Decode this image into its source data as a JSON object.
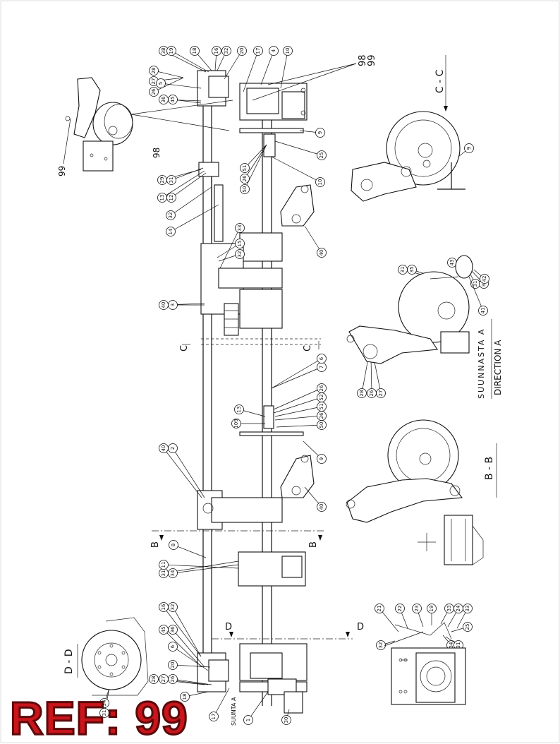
{
  "ref_label": "REF: 99",
  "callouts": {
    "top_row": [
      "28",
      "27",
      "26",
      "38",
      "19",
      "18",
      "16",
      "32",
      "20",
      "17",
      "4",
      "10"
    ],
    "main_98_99": [
      "98",
      "99"
    ],
    "left_top": [
      "5",
      "36",
      "45"
    ],
    "upper_mid": [
      "29",
      "31",
      "13",
      "12",
      "32",
      "14"
    ],
    "shaft_upper": [
      "9",
      "51",
      "26",
      "50",
      "25",
      "10"
    ],
    "mid_left": [
      "15",
      "32",
      "33",
      "40",
      "3"
    ],
    "mid_right": [
      "40"
    ],
    "shaft_mid": [
      "7",
      "6",
      "13",
      "109",
      "26",
      "52",
      "51",
      "26",
      "50",
      "9",
      "40"
    ],
    "lower_left": [
      "40",
      "2",
      "8",
      "31",
      "34",
      "11"
    ],
    "bottom_left": [
      "16",
      "32",
      "45",
      "36",
      "6",
      "20",
      "28",
      "27",
      "26",
      "18",
      "17"
    ],
    "bottom_mid": [
      "1",
      "30"
    ],
    "view_cc": [
      "9"
    ],
    "view_a": [
      "31",
      "35",
      "43",
      "31",
      "33",
      "42",
      "41",
      "28",
      "26",
      "27"
    ],
    "view_dd_detail": [
      "21",
      "22",
      "23",
      "19",
      "33",
      "24",
      "25",
      "33",
      "32",
      "34",
      "31"
    ],
    "view_dd_left": [
      "31",
      "34"
    ]
  },
  "inset_callouts": [
    "98",
    "99"
  ],
  "section_labels": {
    "c_c": "C - C",
    "b_b": "B - B",
    "d_d": "D - D",
    "c_marker": "C",
    "b_marker": "B",
    "d_marker": "D",
    "suunnasta_a_vertical": "SUUNNASTA  A",
    "direction_a": "DIRECTION A",
    "suunta_a": "SUUNTA A"
  }
}
